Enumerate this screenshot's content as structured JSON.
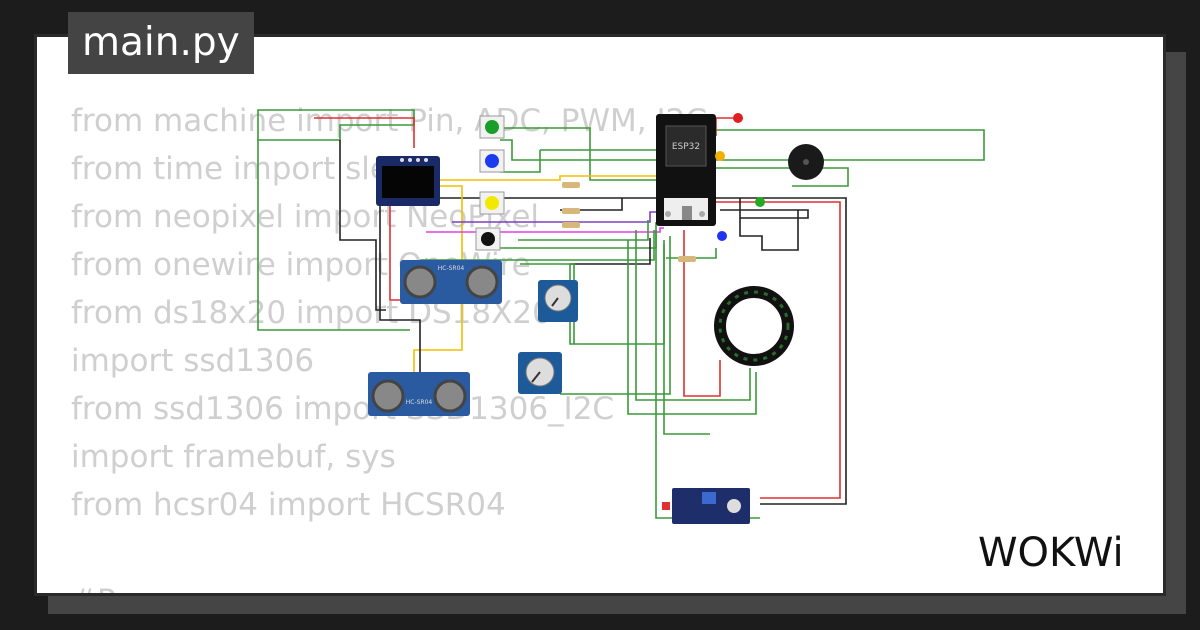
{
  "file_tab": {
    "label": "main.py"
  },
  "code_lines": [
    "from machine import Pin, ADC, PWM, I2C",
    "from time import sleep",
    "from neopixel import NeoPixel",
    "from onewire import OneWire",
    "from ds18x20 import DS18X20",
    "import ssd1306",
    "from ssd1306 import SSD1306_I2C",
    "import framebuf, sys",
    "from hcsr04 import HCSR04",
    "",
    "#P"
  ],
  "circuit": {
    "mcu_label": "ESP32",
    "sensor_labels": [
      "HC-SR04",
      "HC-SR04"
    ],
    "button_colors": [
      "#1a9e2a",
      "#1c3cf0",
      "#f2e900",
      "#111111"
    ],
    "led_colors": [
      "#e02020",
      "#f0b000",
      "#22aa22",
      "#2233ee"
    ],
    "wire_colors": {
      "green": "#3a9a3a",
      "red": "#e03030",
      "black": "#222222",
      "yellow": "#f0c000",
      "magenta": "#e040e0",
      "purple": "#7a40c0"
    }
  },
  "brand": {
    "logo_text": "WOKWi"
  }
}
